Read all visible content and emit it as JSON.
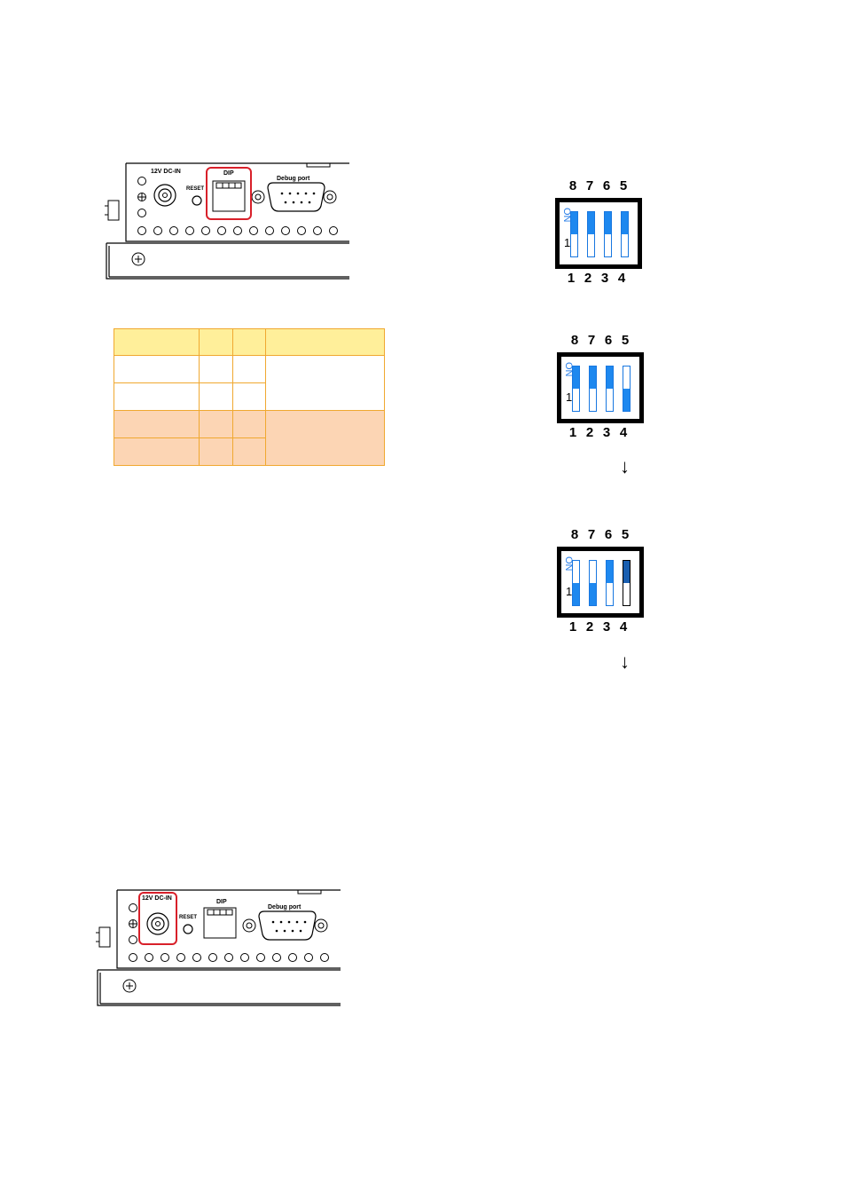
{
  "panel_top": {
    "label_dcin": "12V DC-IN",
    "label_reset": "RESET",
    "label_dip": "DIP",
    "label_debug": "Debug port"
  },
  "panel_bottom": {
    "label_dcin": "12V DC-IN",
    "label_reset": "RESET",
    "label_dip": "DIP",
    "label_debug": "Debug port"
  },
  "dip_switches": [
    {
      "top_labels": [
        "8",
        "7",
        "6",
        "5"
      ],
      "bottom_labels": [
        "1",
        "2",
        "3",
        "4"
      ],
      "row_marker": "1",
      "on_marker": "ON",
      "switch_on_fraction": [
        0.5,
        0.5,
        0.5,
        0.5
      ]
    },
    {
      "top_labels": [
        "8",
        "7",
        "6",
        "5"
      ],
      "bottom_labels": [
        "1",
        "2",
        "3",
        "4"
      ],
      "row_marker": "1",
      "on_marker": "ON",
      "switch_on_fraction": [
        0.5,
        0.5,
        0.5,
        0.5
      ]
    },
    {
      "top_labels": [
        "8",
        "7",
        "6",
        "5"
      ],
      "bottom_labels": [
        "1",
        "2",
        "3",
        "4"
      ],
      "row_marker": "1",
      "on_marker": "ON",
      "switch_on_fraction": [
        0.5,
        0.5,
        0.5,
        0.5
      ]
    }
  ],
  "arrows": [
    "↓",
    "↓"
  ],
  "colors": {
    "highlight_red": "#d8202a",
    "switch_blue": "#1e88ef",
    "table_header": "#ffef9a",
    "table_alt": "#fcd5b4",
    "table_border": "#f0a830"
  }
}
